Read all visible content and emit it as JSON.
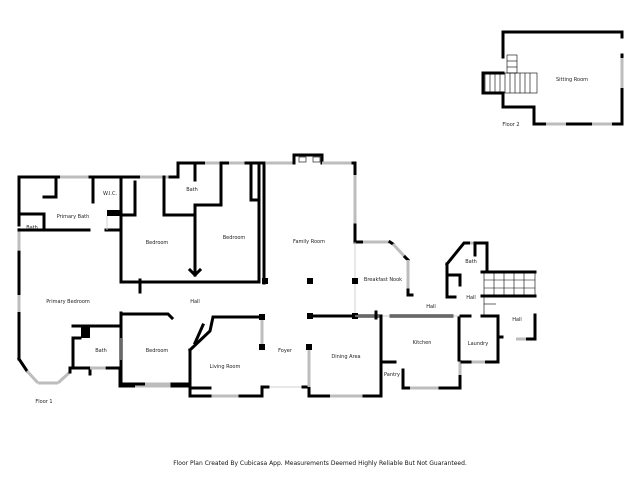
{
  "floor2": {
    "label": "Floor 2",
    "rooms": {
      "sitting_room": "Sitting Room"
    }
  },
  "floor1": {
    "label": "Floor 1",
    "rooms": {
      "wic": "W.I.C.",
      "primary_bath": "Primary Bath",
      "bath_left": "Bath",
      "bath_top": "Bath",
      "bedroom_1": "Bedroom",
      "bedroom_2": "Bedroom",
      "family_room": "Family Room",
      "breakfast_nook": "Breakfast Nook",
      "hall_right_1": "Hall",
      "bath_right": "Bath",
      "hall_right_2": "Hall",
      "hall_right_3": "Hall",
      "primary_bedroom": "Primary Bedroom",
      "hall_center": "Hall",
      "bath_lower": "Bath",
      "bedroom_3": "Bedroom",
      "living_room": "Living Room",
      "foyer": "Foyer",
      "dining_area": "Dining Area",
      "kitchen": "Kitchen",
      "pantry": "Pantry",
      "laundry": "Laundry"
    }
  },
  "footer": {
    "disclaimer": "Floor Plan Created By Cubicasa App. Measurements Deemed Highly Reliable But Not Guaranteed."
  },
  "colors": {
    "wall": "#000000",
    "window": "#bdbdbd",
    "background": "#ffffff"
  }
}
